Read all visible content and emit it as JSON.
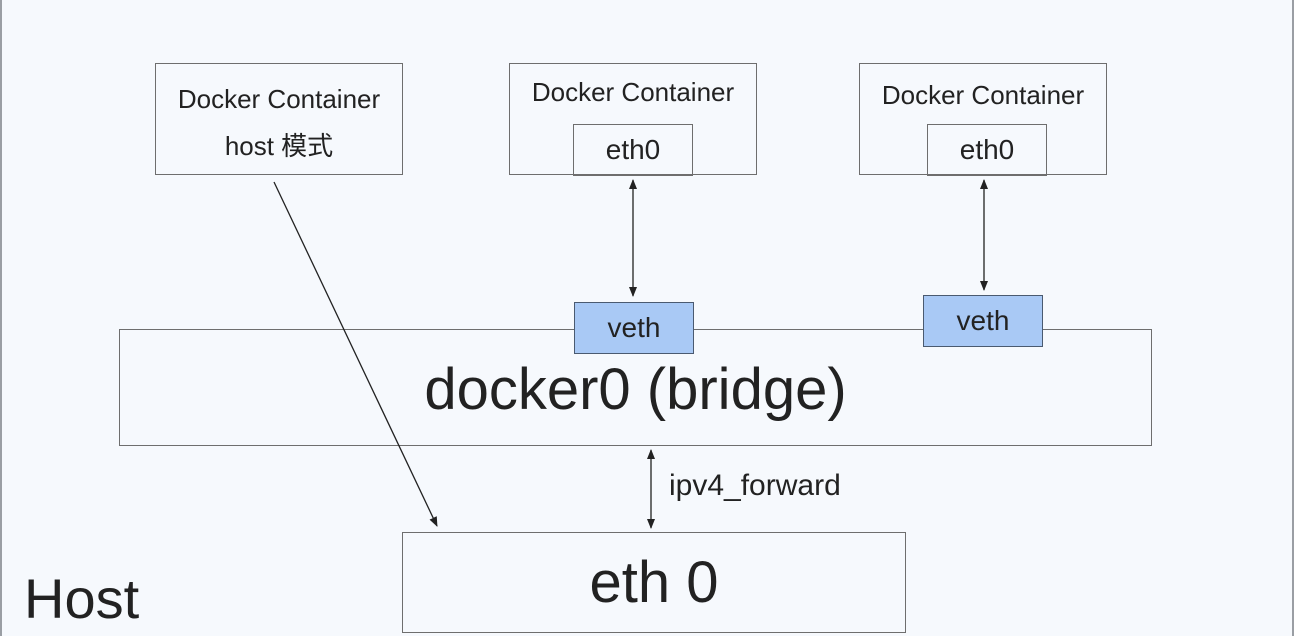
{
  "host": {
    "label": "Host",
    "host_container": {
      "line1": "Docker Container",
      "line2": "host 模式"
    },
    "containers": [
      {
        "title": "Docker Container",
        "iface": "eth0"
      },
      {
        "title": "Docker Container",
        "iface": "eth0"
      }
    ],
    "veths": [
      "veth",
      "veth"
    ],
    "bridge": {
      "label": "docker0 (bridge)"
    },
    "forward_label": "ipv4_forward",
    "physical_iface": "eth 0"
  },
  "colors": {
    "background": "#f6f9fd",
    "veth_fill": "#a9c9f5",
    "border": "#6e6e6e"
  }
}
